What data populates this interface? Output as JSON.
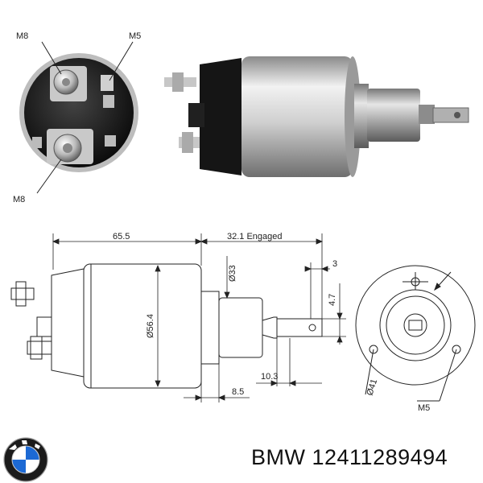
{
  "photo": {
    "callouts": {
      "top_left": "M8",
      "top_right": "M5",
      "bottom_left": "M8"
    }
  },
  "drawing": {
    "dims": {
      "length_body": "65.5",
      "engaged": "32.1 Engaged",
      "diameter_nose": "Ø33",
      "diameter_body": "Ø56.4",
      "tip_thickness": "3",
      "tip_height": "4.7",
      "plunger_len": "10.3",
      "flange": "8.5",
      "bolt_circle": "Ø41",
      "thread": "M5"
    }
  },
  "caption": {
    "brand": "BMW",
    "part_number": "12411289494"
  },
  "colors": {
    "line": "#222222",
    "metal_light": "#d9d9d9",
    "metal_dark": "#555555",
    "black_cap": "#1a1a1a",
    "bmw_blue": "#1c69d4"
  }
}
